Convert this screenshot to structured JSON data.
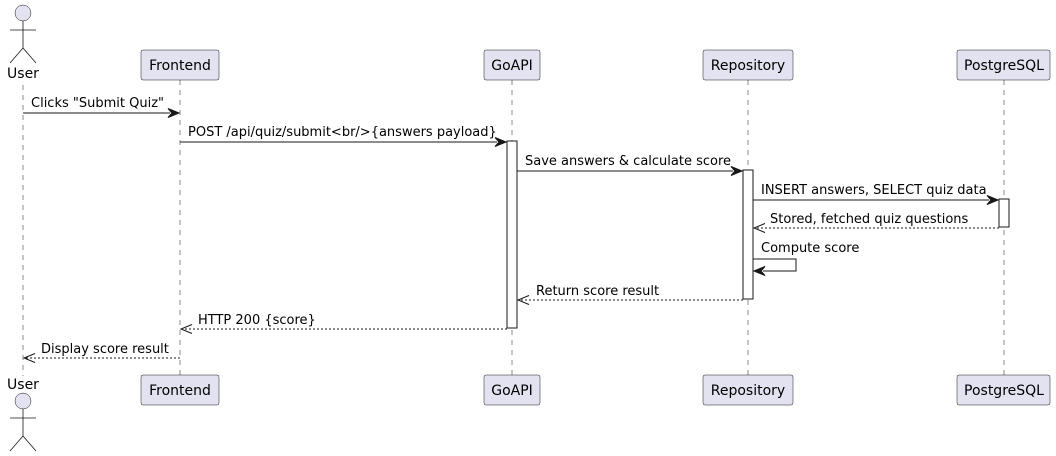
{
  "participants": {
    "user": "User",
    "frontend": "Frontend",
    "goapi": "GoAPI",
    "repository": "Repository",
    "postgresql": "PostgreSQL"
  },
  "messages": [
    {
      "from": "user",
      "to": "frontend",
      "label": "Clicks \"Submit Quiz\"",
      "style": "solid"
    },
    {
      "from": "frontend",
      "to": "goapi",
      "label": "POST /api/quiz/submit<br/>{answers payload}",
      "style": "solid"
    },
    {
      "from": "goapi",
      "to": "repository",
      "label": "Save answers & calculate score",
      "style": "solid"
    },
    {
      "from": "repository",
      "to": "postgresql",
      "label": "INSERT answers, SELECT quiz data",
      "style": "solid"
    },
    {
      "from": "postgresql",
      "to": "repository",
      "label": "Stored, fetched quiz questions",
      "style": "dashed"
    },
    {
      "from": "repository",
      "to": "repository",
      "label": "Compute score",
      "style": "solid"
    },
    {
      "from": "repository",
      "to": "goapi",
      "label": "Return score result",
      "style": "dashed"
    },
    {
      "from": "goapi",
      "to": "frontend",
      "label": "HTTP 200 {score}",
      "style": "dashed"
    },
    {
      "from": "frontend",
      "to": "user",
      "label": "Display score result",
      "style": "dashed"
    }
  ]
}
